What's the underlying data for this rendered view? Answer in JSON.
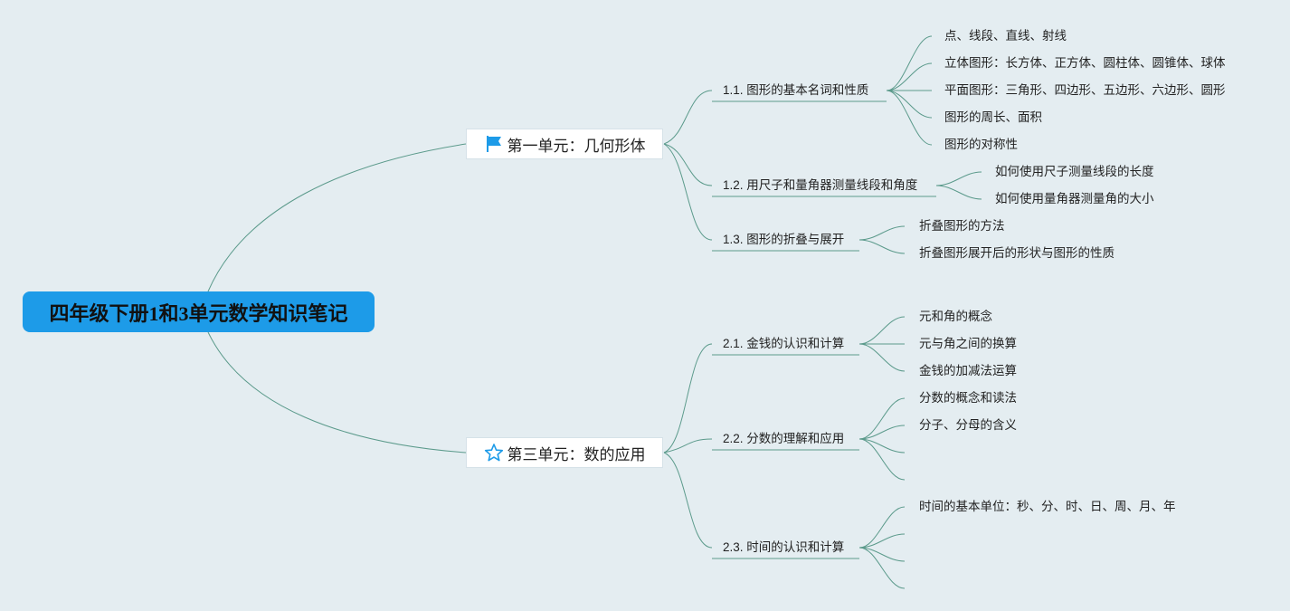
{
  "root": {
    "title": "四年级下册1和3单元数学知识笔记"
  },
  "units": [
    {
      "title": "第一单元：几何形体",
      "icon": "flag-icon",
      "lessons": [
        {
          "title": "1.1. 图形的基本名词和性质",
          "items": [
            "点、线段、直线、射线",
            "立体图形：长方体、正方体、圆柱体、圆锥体、球体",
            "平面图形：三角形、四边形、五边形、六边形、圆形",
            "图形的周长、面积",
            "图形的对称性"
          ]
        },
        {
          "title": "1.2. 用尺子和量角器测量线段和角度",
          "items": [
            "如何使用尺子测量线段的长度",
            "如何使用量角器测量角的大小"
          ]
        },
        {
          "title": "1.3. 图形的折叠与展开",
          "items": [
            "折叠图形的方法",
            "折叠图形展开后的形状与图形的性质"
          ]
        }
      ]
    },
    {
      "title": "第三单元：数的应用",
      "icon": "star-outline-icon",
      "lessons": [
        {
          "title": "2.1. 金钱的认识和计算",
          "items": [
            "元和角的概念",
            "元与角之间的换算",
            "金钱的加减法运算"
          ]
        },
        {
          "title": "2.2. 分数的理解和应用",
          "items": [
            "分数的概念和读法",
            "分子、分母的含义",
            "",
            ""
          ]
        },
        {
          "title": "2.3. 时间的认识和计算",
          "items": [
            "时间的基本单位：秒、分、时、日、周、月、年",
            "",
            "",
            ""
          ]
        }
      ]
    }
  ],
  "colors": {
    "background": "#e4edf1",
    "root_fill": "#1d9be8",
    "connector": "#5b9a8b",
    "flag": "#1d9be8",
    "star": "#1d9be8"
  }
}
